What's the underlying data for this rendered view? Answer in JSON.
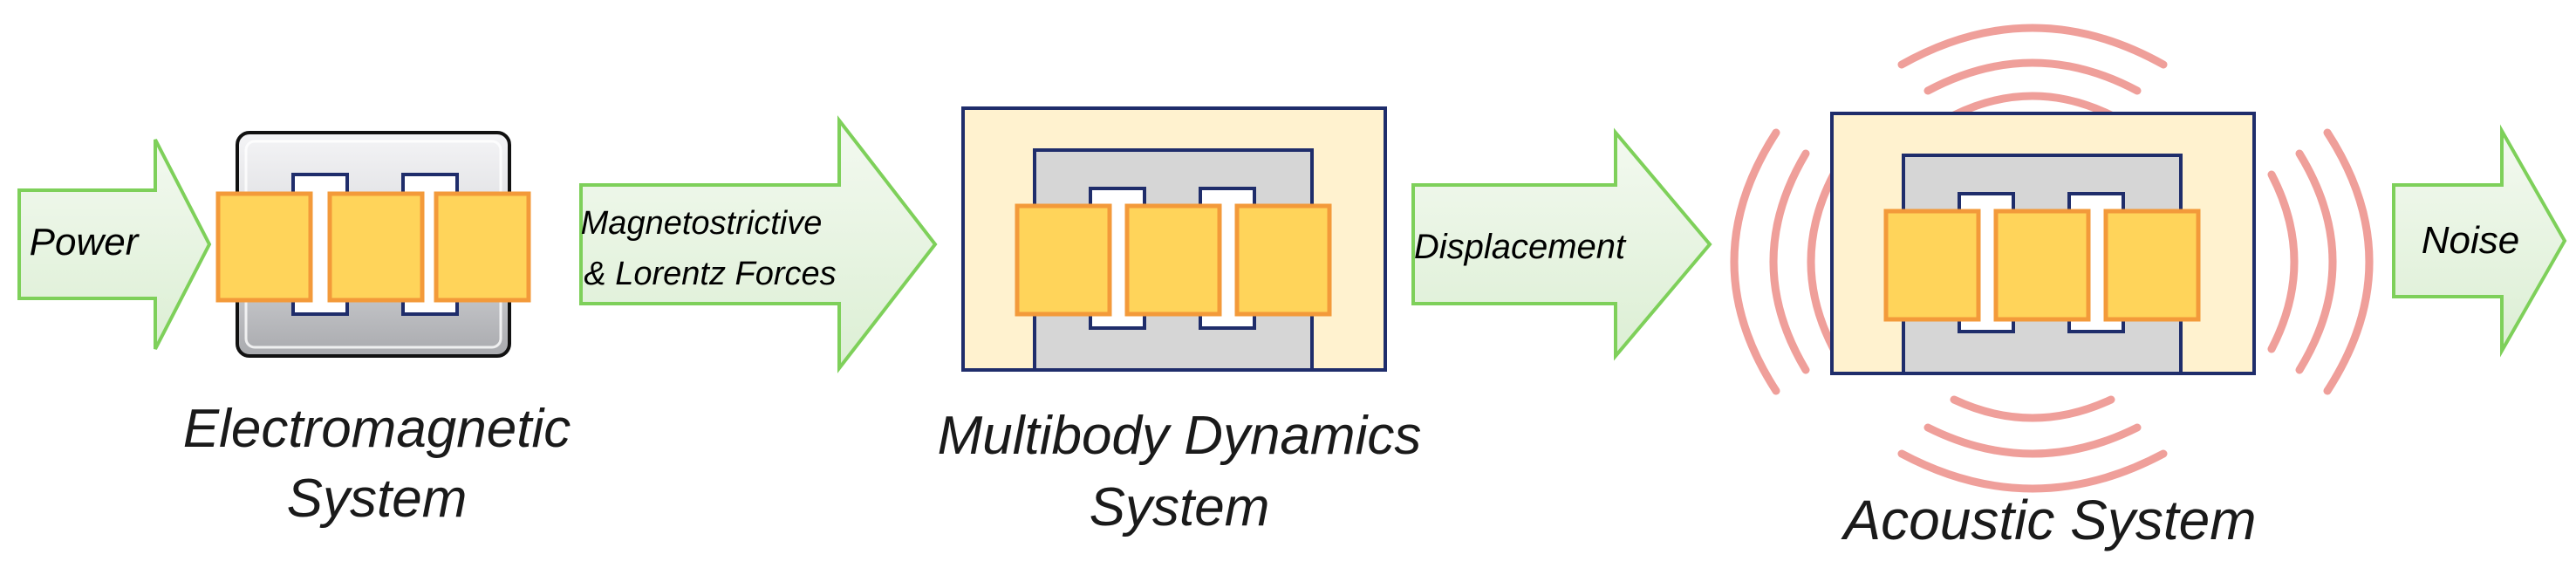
{
  "flow": {
    "power": "Power",
    "forces_line1": "Magnetostrictive",
    "forces_line2": "& Lorentz Forces",
    "displacement": "Displacement",
    "noise": "Noise"
  },
  "systems": {
    "electromagnetic_line1": "Electromagnetic",
    "electromagnetic_line2": "System",
    "multibody_line1": "Multibody Dynamics",
    "multibody_line2": "System",
    "acoustic": "Acoustic System"
  },
  "colors": {
    "arrow_fill": "#e4f2df",
    "arrow_stroke": "#7ed05a",
    "coil_fill": "#ffd45a",
    "coil_stroke": "#f39a3a",
    "frame_fill": "#fff2cf",
    "frame_stroke": "#1f2d6b",
    "core_fill": "#d6d6d6",
    "wave": "#ef9f9a"
  }
}
